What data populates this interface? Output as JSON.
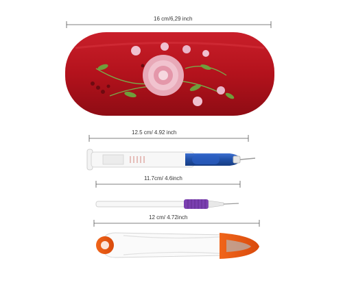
{
  "measurements": {
    "case": "16 cm/6,29 inch",
    "large_pen": "12.5 cm/ 4.92 inch",
    "small_pen": "11.7cm/ 4.6inch",
    "scissors": "12 cm/ 4.72inch"
  },
  "colors": {
    "case_red": "#b3121c",
    "pen_blue": "#1f4fa6",
    "pen_purple": "#7a3fb0",
    "scissors_orange": "#e35a12"
  }
}
